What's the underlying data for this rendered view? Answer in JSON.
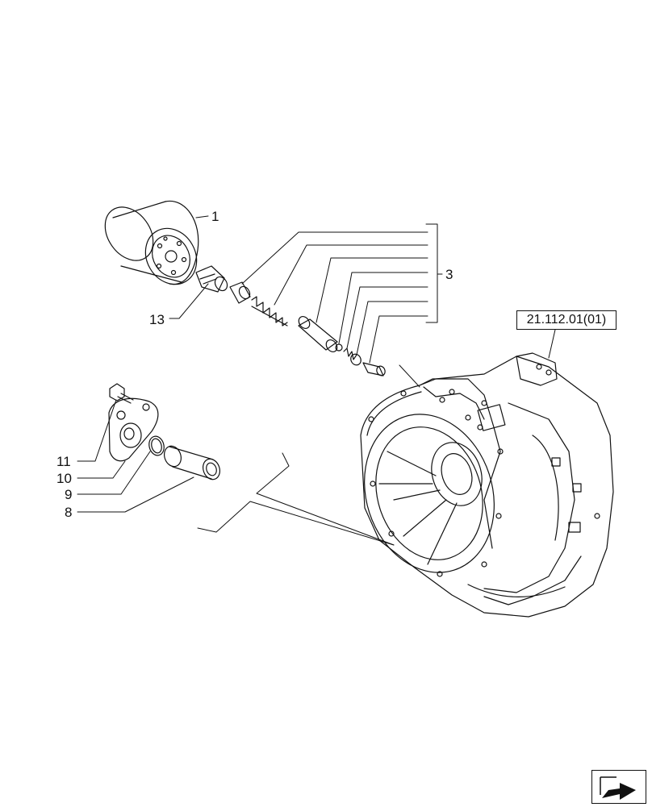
{
  "callouts": {
    "item_1": "1",
    "item_3": "3",
    "item_8": "8",
    "item_9": "9",
    "item_10": "10",
    "item_11": "11",
    "item_13": "13"
  },
  "reference": {
    "label": "21.112.01(01)"
  },
  "navigation": {
    "icon": "arrow-next-icon"
  }
}
